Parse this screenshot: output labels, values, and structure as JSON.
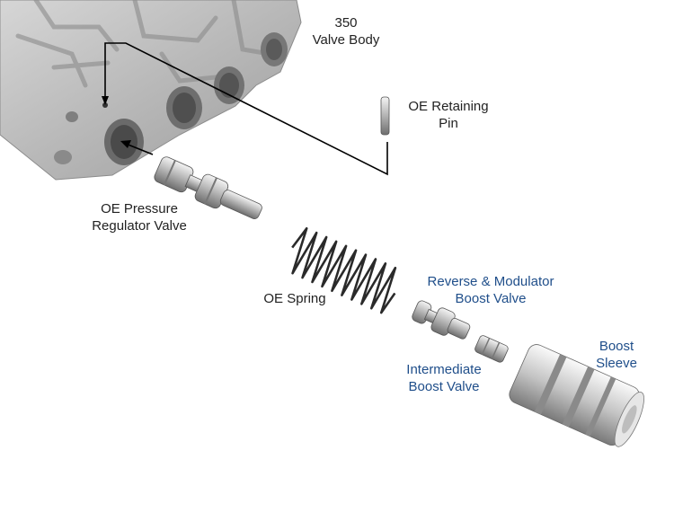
{
  "labels": {
    "valve_body": {
      "line1": "350",
      "line2": "Valve Body"
    },
    "retaining_pin": {
      "line1": "OE Retaining",
      "line2": "Pin"
    },
    "pressure_regulator": {
      "line1": "OE Pressure",
      "line2": "Regulator Valve"
    },
    "spring": {
      "line1": "OE Spring"
    },
    "reverse_modulator": {
      "line1": "Reverse & Modulator",
      "line2": "Boost Valve"
    },
    "intermediate": {
      "line1": "Intermediate",
      "line2": "Boost Valve"
    },
    "boost_sleeve": {
      "line1": "Boost",
      "line2": "Sleeve"
    }
  },
  "colors": {
    "oe_label": "#222222",
    "aftermarket_label": "#1f4e8a",
    "leader_line": "#000000",
    "casting": "#b4b4b4",
    "metal": "#c8c8c8"
  }
}
